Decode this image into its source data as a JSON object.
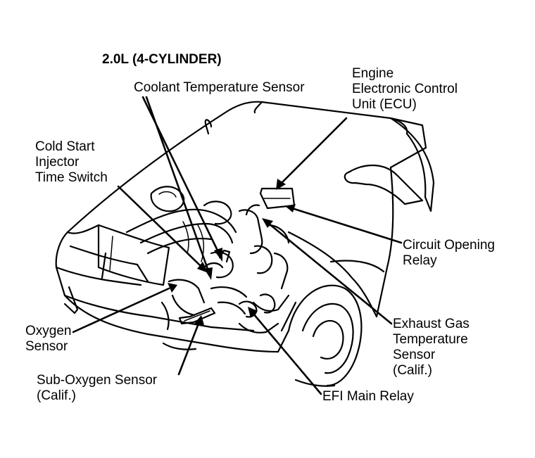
{
  "diagram": {
    "title": "2.0L (4-CYLINDER)",
    "labels": {
      "coolant_temp_sensor": [
        "Coolant Temperature Sensor"
      ],
      "ecu": [
        "Engine",
        "Electronic Control",
        "Unit (ECU)"
      ],
      "cold_start": [
        "Cold Start",
        "Injector",
        "Time Switch"
      ],
      "circuit_opening_relay": [
        "Circuit Opening",
        "Relay"
      ],
      "exhaust_gas_temp_sensor": [
        "Exhaust Gas",
        "Temperature",
        "Sensor",
        "(Calif.)"
      ],
      "oxygen_sensor": [
        "Oxygen",
        "Sensor"
      ],
      "sub_oxygen_sensor": [
        "Sub-Oxygen Sensor",
        "(Calif.)"
      ],
      "efi_main_relay": [
        "EFI Main Relay"
      ]
    }
  }
}
